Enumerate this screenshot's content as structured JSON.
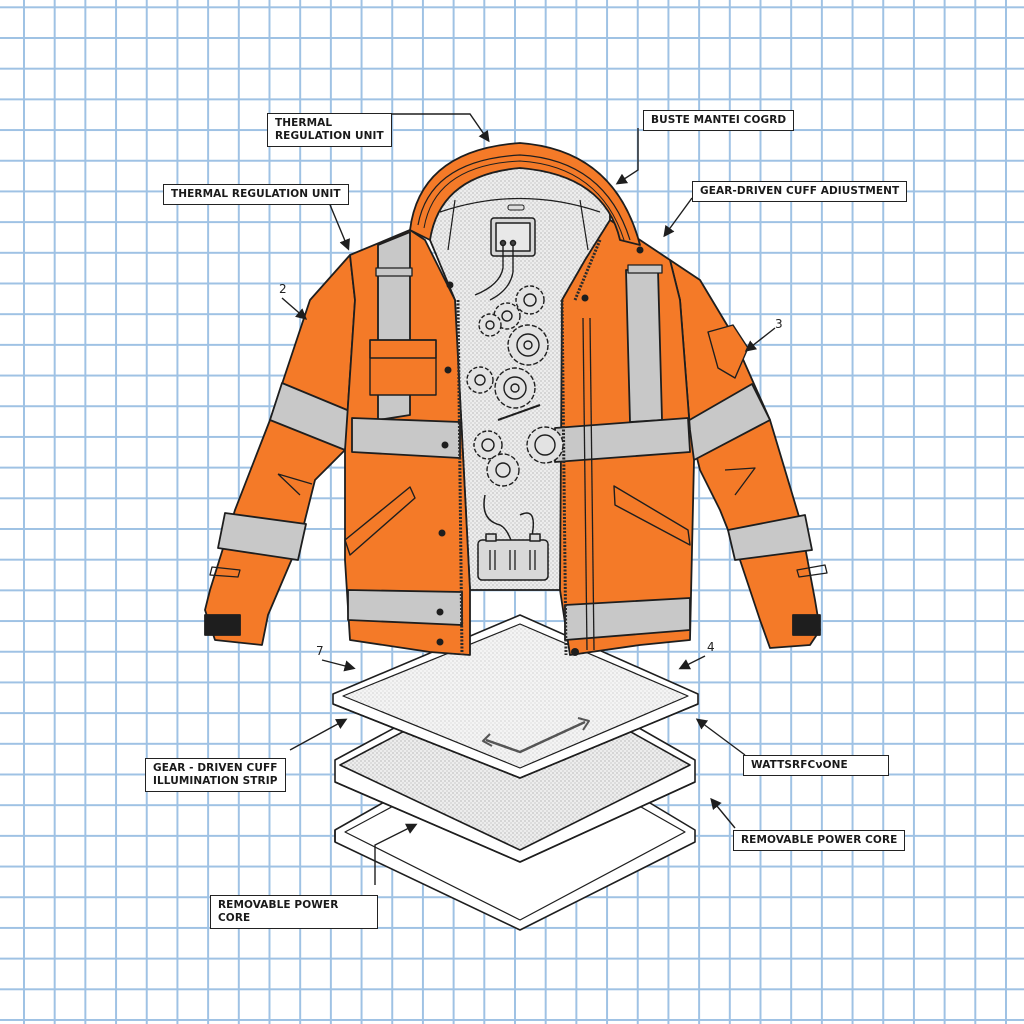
{
  "diagram": {
    "subject": "High-visibility orange jacket exploded view with internal gears, control unit, battery and layered panels",
    "colors": {
      "jacket_orange": "#f47a28",
      "reflective_gray": "#c8c8c8",
      "grid_blue": "#9fc2e4",
      "outline": "#1e1e1e",
      "background": "#ffffff"
    }
  },
  "callouts": [
    {
      "id": "c1",
      "text": "THERMAL\nREGULATION UNIT"
    },
    {
      "id": "c2",
      "text": "BUSTE MANTEI COGRD"
    },
    {
      "id": "c3",
      "text": "THERMAL REGULATION UNIT"
    },
    {
      "id": "c4",
      "text": "GEAR-DRIVEN CUFF ADIUSTMENT"
    },
    {
      "id": "c5",
      "text": "GEAR - DRIVEN CUFF\nILLUMINATION STRIP"
    },
    {
      "id": "c6",
      "text": "WATTSRFCνONE"
    },
    {
      "id": "c7",
      "text": "REMOVABLE POWER CORE"
    },
    {
      "id": "c8",
      "text": "REMOVABLE POWER CORE"
    }
  ],
  "numbers": [
    {
      "id": "n2",
      "text": "2"
    },
    {
      "id": "n3",
      "text": "3"
    },
    {
      "id": "n7",
      "text": "7"
    },
    {
      "id": "n4",
      "text": "4"
    }
  ]
}
